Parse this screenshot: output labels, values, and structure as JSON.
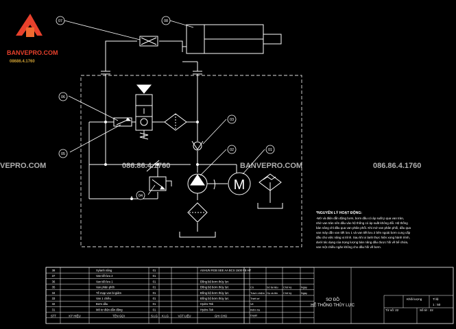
{
  "brand": {
    "name": "BANVEPRO.COM",
    "phone": "08686.4.1760",
    "colors": {
      "roof": "#e8412c",
      "text": "#e8412c",
      "phone": "#cfa034"
    }
  },
  "watermarks": {
    "left_site": "VEPRO.COM",
    "phone_a": "086.86.4.1760",
    "center_site": "BANVEPRO.COM",
    "phone_b": "086.86.4.1760"
  },
  "callouts": [
    "07",
    "08",
    "06",
    "05",
    "03",
    "02",
    "01",
    "04"
  ],
  "motor_label": "M",
  "notes": {
    "title": "*NGUYÊN LÝ HOẠT ĐỘNG:",
    "lines": [
      "-Mở và điện dẫn động bơm, bơm dầu có áp suất p qua van tràn,",
      "nhờ van tràn nên dầu vào hệ thống có áp suất không đổi. Hệ thống",
      "bàn nâng chỉ đầu qua van phân phối. Khi mở van phân phối, dầu qua",
      "van máy dẫn van tiết lưu 1 và van tiết lưu 2 bên ngoài bơm cung cấp",
      "dầu cho việc nâng vị trình. Sau khi xi lanh thực hiện xong hành trình,",
      "dưới tác dụng của trọng lượng bàn nâng dầu được hồi về bể chứa,",
      "van một chiều ngăn không cho dầu hồi về bơm."
    ]
  },
  "parts_table": {
    "headers": [
      "STT",
      "KÝ HIỆU",
      "TÊN GỌI",
      "S.LG",
      "K.LG",
      "VẬT LIỆU",
      "GHI CHÚ"
    ],
    "rows": [
      {
        "stt": "38",
        "name": "Xylanh nâng",
        "qty": "01",
        "note": "ASHUN RGB SEE AA BCS 1500 FB HT"
      },
      {
        "stt": "37",
        "name": "Van tiết lưu 2",
        "qty": "01",
        "note": ""
      },
      {
        "stt": "36",
        "name": "Van tiết lưu 1",
        "qty": "01",
        "note": "Đồng bộ bơm thủy lực"
      },
      {
        "stt": "35",
        "name": "Van phân phối",
        "qty": "01",
        "note": "Đồng bộ bơm thủy lực"
      },
      {
        "stt": "34",
        "name": "Tế mạp van bi-giảm",
        "qty": "01",
        "note": "Đồng bộ bơm thủy lực"
      },
      {
        "stt": "33",
        "name": "Van 1 chiều",
        "qty": "01",
        "note": "Đồng bộ bơm thủy lực"
      },
      {
        "stt": "32",
        "name": "Bơm dầu",
        "qty": "01",
        "note": "Hydro-Tek"
      },
      {
        "stt": "31",
        "name": "Mô tơ điện dẫn động",
        "qty": "01",
        "note": "Hydro-Tek"
      }
    ]
  },
  "title_block": {
    "sign_rows": [
      [
        "Cũ",
        "Số tài liệu",
        "Chữ ký",
        "Ngày"
      ],
      [
        "Trách nhiệm",
        "Họ và tên",
        "Chữ ký",
        "Ngày"
      ],
      [
        "Thiết kế",
        "",
        "",
        ""
      ],
      [
        "Vẽ",
        "",
        "",
        ""
      ],
      [
        "Kiểm tra",
        "",
        "",
        ""
      ],
      [
        "Duyệt",
        "",
        "",
        ""
      ]
    ],
    "title_line1": "SƠ ĐỒ",
    "title_line2": "HỆ THỐNG THỦY LỰC",
    "mass_label": "Khối lượng",
    "scale_label": "Tỉ lệ",
    "scale_value": "1 : 50",
    "sheet_label": "Tờ số: 22",
    "sheets_label": "Số tờ : 22"
  }
}
